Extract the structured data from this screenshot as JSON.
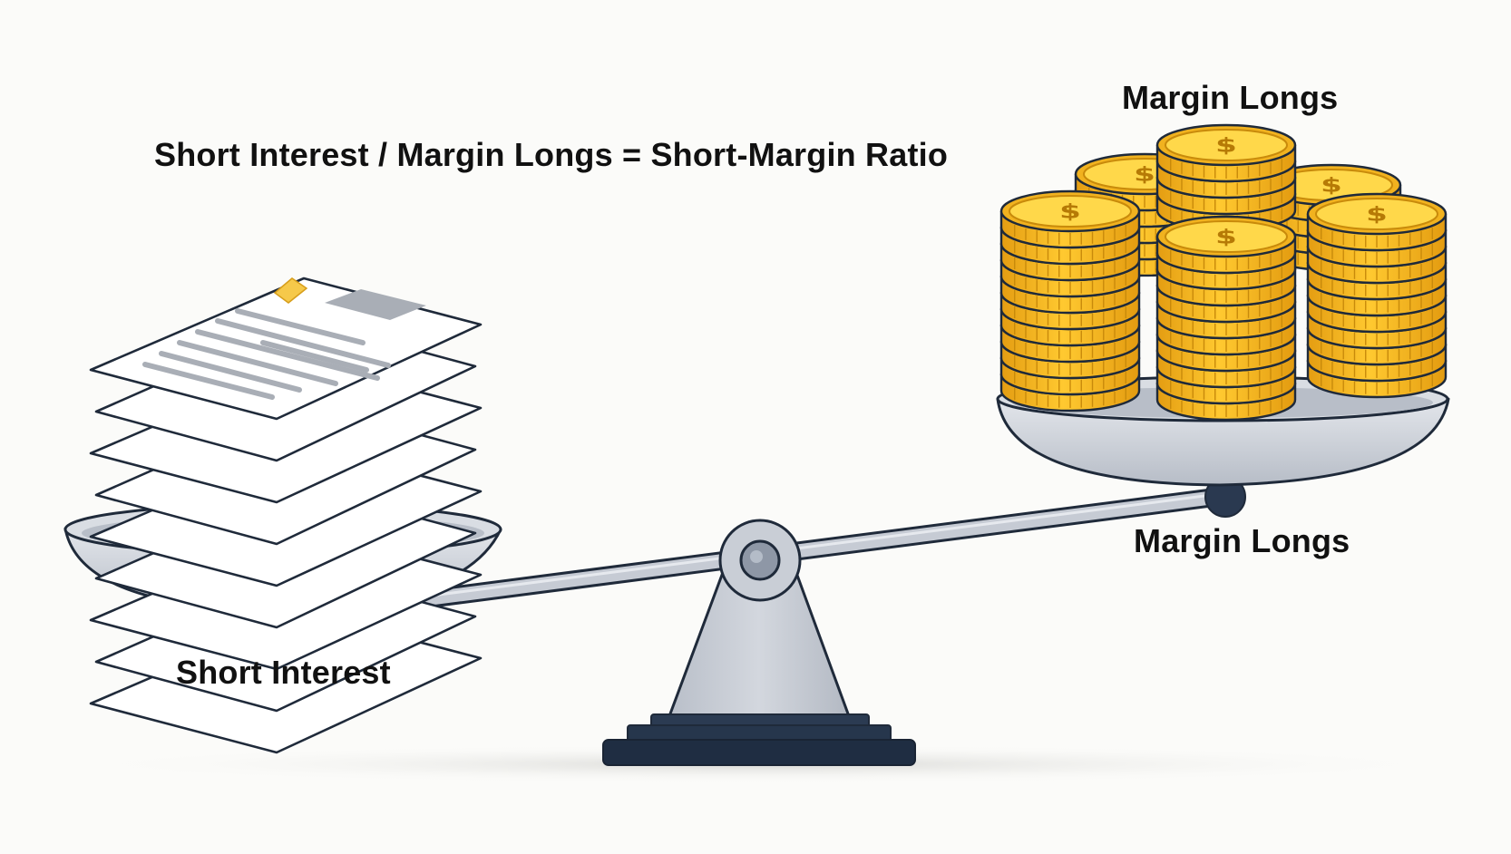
{
  "formula": {
    "text": "Short Interest / Margin Longs = Short-Margin Ratio"
  },
  "labels": {
    "margin_longs_top": "Margin Longs",
    "margin_longs_side": "Margin Longs",
    "short_interest": "Short Interest"
  },
  "illustration": {
    "left_pan_contents": "document-stack-icon",
    "right_pan_contents": "coin-stacks-icon",
    "coin_symbol": "$",
    "tilt": "left side down"
  },
  "colors": {
    "background": "#fbfbf9",
    "ink": "#1f2a3a",
    "metal": "#c5cad3",
    "metal_dark": "#8d95a3",
    "gold": "#f1b21f",
    "gold_light": "#ffd84a",
    "gold_dark": "#c88a0b",
    "paper": "#ffffff",
    "paper_lines": "#a9aeb6",
    "base": "#24344a",
    "sticky_note": "#f6c94a"
  }
}
